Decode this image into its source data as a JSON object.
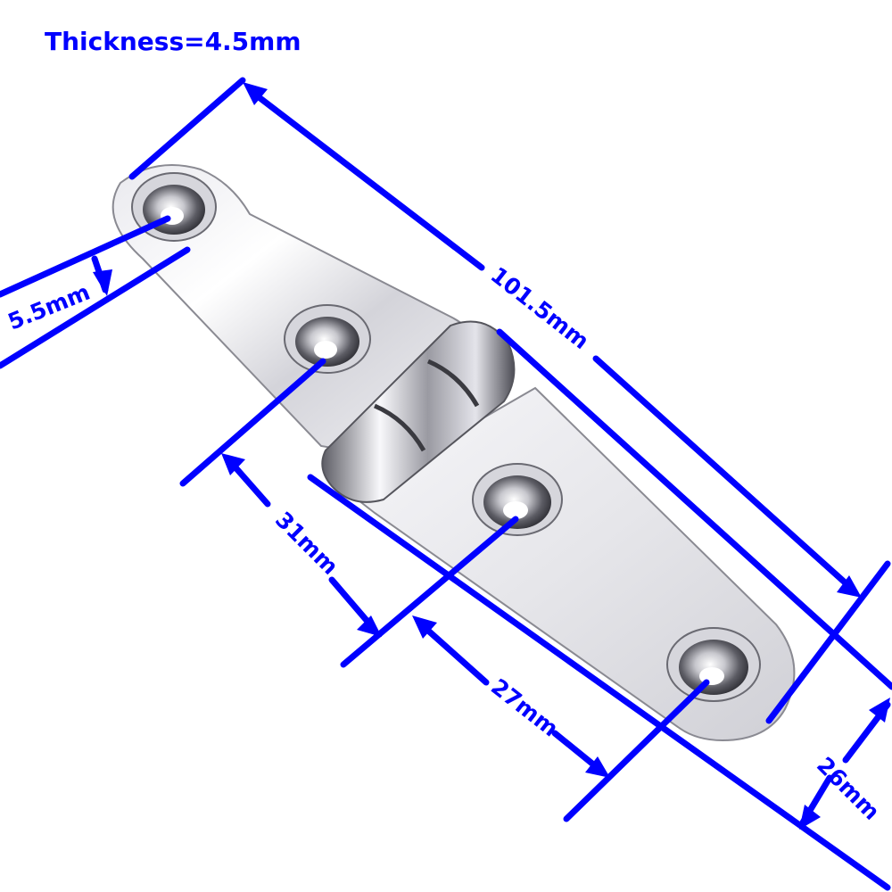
{
  "title": "Thickness=4.5mm",
  "dimensions": {
    "hole_diameter": "5.5mm",
    "overall_length": "101.5mm",
    "hole_spacing_a": "31mm",
    "hole_spacing_b": "27mm",
    "width": "26mm"
  },
  "colors": {
    "annotation": "#0000ff",
    "metal_light": "#f4f4f6",
    "metal_mid": "#c9c9cf",
    "metal_dark": "#6b6b72"
  }
}
